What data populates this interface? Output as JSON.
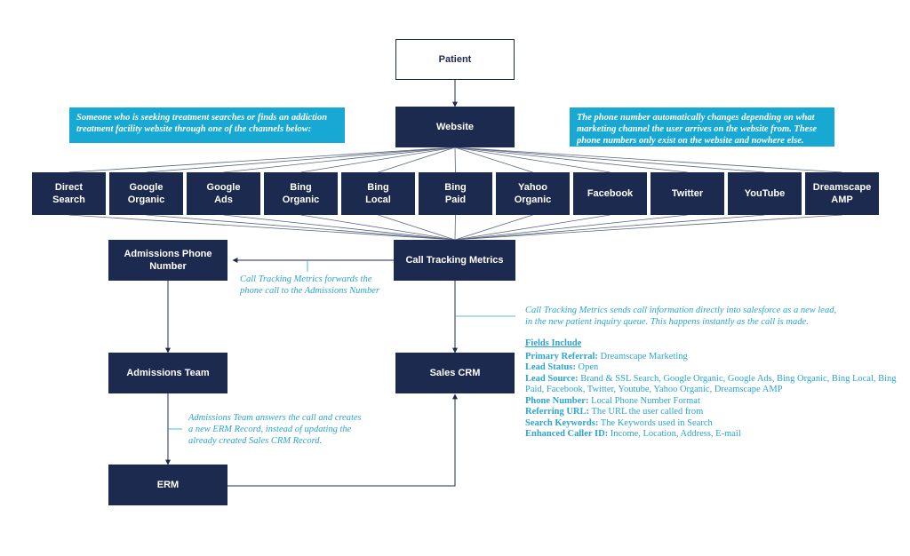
{
  "nodes": {
    "patient": "Patient",
    "website": "Website",
    "channels": [
      "Direct\nSearch",
      "Google\nOrganic",
      "Google\nAds",
      "Bing\nOrganic",
      "Bing\nLocal",
      "Bing\nPaid",
      "Yahoo\nOrganic",
      "Facebook",
      "Twitter",
      "YouTube",
      "Dreamscape\nAMP"
    ],
    "call_tracking": "Call Tracking Metrics",
    "admissions_phone": "Admissions Phone\nNumber",
    "admissions_team": "Admissions Team",
    "sales_crm": "Sales CRM",
    "erm": "ERM"
  },
  "notes": {
    "left_box": "Someone who is seeking treatment searches or finds an addiction treatment facility website through one of the channels below:",
    "right_box": "The phone number automatically changes depending on what marketing channel the user arrives on the website from. These phone numbers only exist on the website and nowhere else.",
    "forwards": "Call Tracking Metrics forwards the\nphone call to the Admissions Number",
    "sends": "Call Tracking Metrics sends call information directly into salesforce as a new lead,\nin the new patient inquiry queue. This happens instantly as the call is made.",
    "answers": "Admissions Team answers the call and creates\na new ERM Record, instead of updating the\nalready created Sales CRM Record."
  },
  "fields": {
    "header": "Fields Include",
    "items": [
      {
        "key": "Primary Referral:",
        "value": " Dreamscape Marketing"
      },
      {
        "key": "Lead Status:",
        "value": "  Open"
      },
      {
        "key": "Lead Source:",
        "value": " Brand & SSL Search, Google Organic, Google Ads, Bing Organic, Bing Local, Bing Paid, Facebook, Twitter, Youtube, Yahoo Organic, Dreamscape AMP"
      },
      {
        "key": "Phone Number:",
        "value": " Local Phone Number Format"
      },
      {
        "key": "Referring URL:",
        "value": " The URL the user called from"
      },
      {
        "key": "Search Keywords:",
        "value": " The Keywords used in Search"
      },
      {
        "key": "Enhanced Caller ID:",
        "value": " Income, Location, Address, E-mail"
      }
    ]
  },
  "colors": {
    "navy": "#1b2a4e",
    "accent": "#18a8d4",
    "note_text": "#2aa4d2",
    "line": "#5a6680"
  }
}
